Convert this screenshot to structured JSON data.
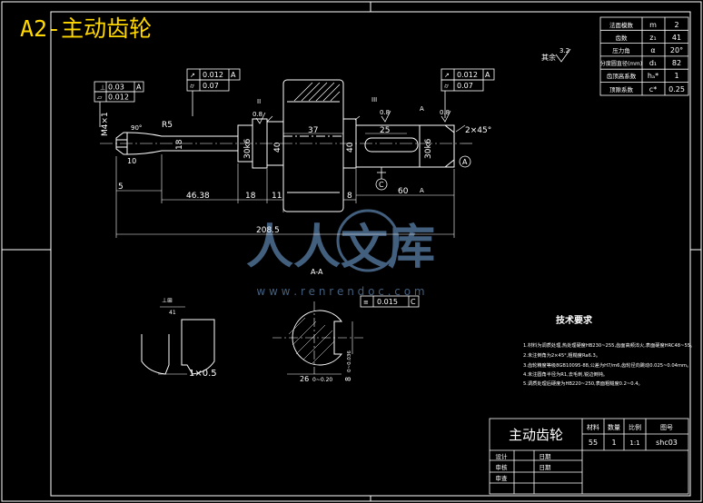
{
  "title": "A2-主动齿轮",
  "param_table": [
    {
      "label": "法面模数",
      "sym": "m",
      "value": "2"
    },
    {
      "label": "齿数",
      "sym": "z₁",
      "value": "41"
    },
    {
      "label": "压力角",
      "sym": "α",
      "value": "20°"
    },
    {
      "label": "分度圆直径(mm)",
      "sym": "d₁",
      "value": "82"
    },
    {
      "label": "齿顶高系数",
      "sym": "hₐ*",
      "value": "1"
    },
    {
      "label": "顶隙系数",
      "sym": "c*",
      "value": "0.25"
    }
  ],
  "surface_note": {
    "text": "其余",
    "value": "3.2"
  },
  "tolerance_frames": {
    "left_top": {
      "value": "0.03",
      "datum": "A"
    },
    "left_bottom": {
      "value": "0.012"
    },
    "mid_top": {
      "value": "0.012",
      "datum": "A"
    },
    "mid_bottom": {
      "value": "0.07"
    },
    "right_top": {
      "value": "0.012",
      "datum": "A"
    },
    "right_bottom": {
      "value": "0.07"
    },
    "section": {
      "value": "0.015",
      "datum": "C"
    }
  },
  "dimensions": {
    "thread": "M4×1",
    "r5": "R5",
    "phi18": "18",
    "phi30k6_left": "30k6",
    "phi40_left": "40",
    "len37": "37",
    "phi40_right": "40",
    "len25": "25",
    "phi30k6_right": "30k6",
    "chamfer": "2×45°",
    "len5": "5",
    "len46_38": "46.38",
    "len18": "18",
    "len11": "11",
    "len8": "8",
    "len60": "60",
    "len208_5": "208.5",
    "len10": "10",
    "angle90": "90°",
    "rough08_a": "0.8",
    "rough08_b": "0.8",
    "rough08_c": "0.8",
    "roman2": "II",
    "roman3": "III",
    "section_a": "A",
    "section_a2": "A",
    "datum_a": "A",
    "datum_c": "C",
    "aa_label": "A-A",
    "w26": "26",
    "w26_tol": "0~0.20",
    "h8": "8",
    "h8_tol": "0~0.036",
    "detail_scale": "41",
    "chamfer_detail": "1×0.5"
  },
  "tech_req": {
    "title": "技术要求",
    "items": [
      "1.材料为调质处理,热处理硬度HB230~255,齿面高频淬火,表面硬度HRC48~55。",
      "2.未注倒角为2×45°,粗糙度Ra6.3。",
      "3.齿轮精度等级8GB10095-88,公差为H7/m6,齿轮径向跳动0.025~0.04mm。",
      "4.未注圆角半径为R1,去毛刺,锐边倒钝。",
      "5.调质处理后硬度为HB220~250,表面粗糙度0.2~0.4。"
    ]
  },
  "title_block": {
    "name": "主动齿轮",
    "h_material": "材料",
    "h_qty": "数量",
    "h_scale": "比例",
    "h_drawing": "图号",
    "material": "55",
    "qty": "1",
    "scale": "1:1",
    "drawing_no": "shc03",
    "r_design": "设计",
    "r_check": "审核",
    "r_approve": "审查",
    "date1": "日期",
    "date2": "日期"
  },
  "watermark": {
    "brand": "人人文库",
    "url": "w w w . r e n r e n d o c . c o m"
  },
  "colors": {
    "background": "#000000",
    "line": "#ffffff",
    "title": "#ffd700",
    "watermark": "#5a7fa8"
  }
}
